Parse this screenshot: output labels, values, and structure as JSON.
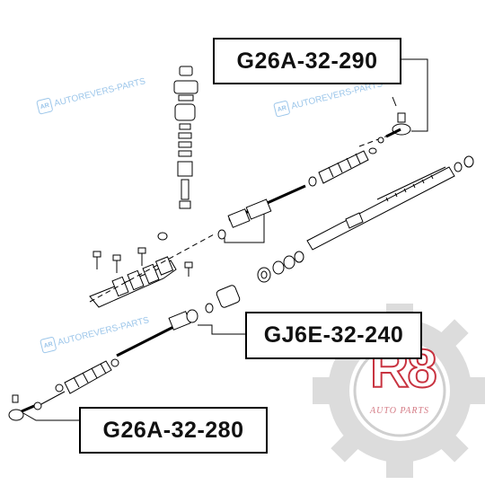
{
  "callouts": {
    "upper_right": "G26A-32-290",
    "middle_right": "GJ6E-32-240",
    "lower_left": "G26A-32-280"
  },
  "watermark": {
    "logo_text": "AR",
    "text": "AUTOREVERS-PARTS",
    "color": "#9cc6ea"
  },
  "brand": {
    "wordmark": "R8",
    "tagline": "AUTO PARTS",
    "accent_color": "#c31d2c",
    "gear_color": "#d9d9d9"
  }
}
